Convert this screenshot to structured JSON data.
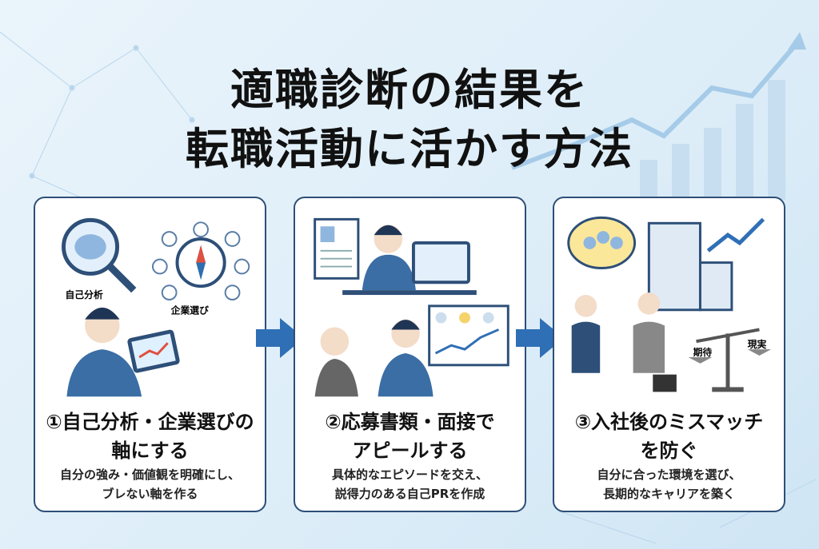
{
  "title": {
    "line1": "適職診断の結果を",
    "line2": "転職活動に活かす方法"
  },
  "cards": [
    {
      "title1": "①自己分析・企業選びの",
      "title2": "軸にする",
      "desc1": "自分の強み・価値観を明確にし、",
      "desc2": "ブレない軸を作る",
      "labels": [
        "自己分析",
        "企業選び"
      ]
    },
    {
      "title1": "②応募書類・面接で",
      "title2": "アピールする",
      "desc1": "具体的なエピソードを交え、",
      "desc2": "説得力のある自己PRを作成"
    },
    {
      "title1": "③入社後のミスマッチ",
      "title2": "を防ぐ",
      "desc1": "自分に合った環境を選び、",
      "desc2": "長期的なキャリアを築く",
      "labels": [
        "期待",
        "現実"
      ]
    }
  ],
  "colors": {
    "navy": "#2d4f78",
    "accent": "#3a86c8"
  }
}
